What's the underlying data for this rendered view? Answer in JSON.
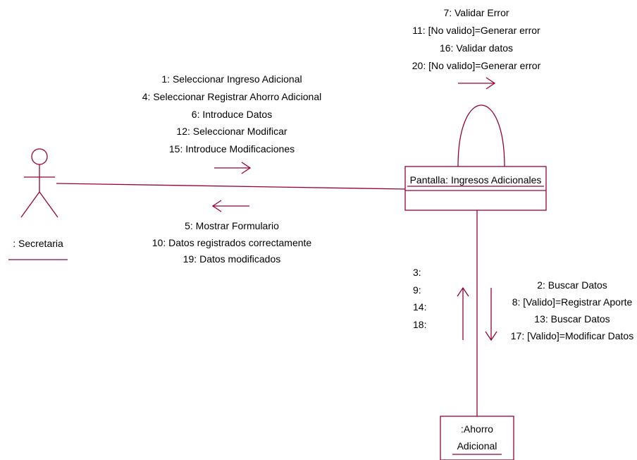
{
  "colors": {
    "line": "#990033",
    "text": "#000000",
    "background": "#ffffff"
  },
  "actor": {
    "label": ": Secretaria"
  },
  "objects": {
    "pantalla": {
      "label": "Pantalla: Ingresos Adicionales"
    },
    "ahorro": {
      "line1": ":Ahorro",
      "line2": "Adicional"
    }
  },
  "messages": {
    "self": [
      "7: Validar Error",
      "11: [No valido]=Generar error",
      "16: Validar datos",
      "20: [No valido]=Generar error"
    ],
    "to_pantalla": [
      "1: Seleccionar Ingreso Adicional",
      "4: Seleccionar Registrar Ahorro Adicional",
      "6: Introduce Datos",
      "12: Seleccionar Modificar",
      "15: Introduce Modificaciones"
    ],
    "to_secretaria": [
      "5: Mostrar Formulario",
      "10: Datos registrados correctamente",
      "19: Datos modificados"
    ],
    "to_ahorro": [
      "2: Buscar Datos",
      "8: [Valido]=Registrar Aporte",
      "13: Buscar Datos",
      "17: [Valido]=Modificar Datos"
    ],
    "from_ahorro": [
      "3:",
      "9:",
      "14:",
      "18:"
    ]
  }
}
